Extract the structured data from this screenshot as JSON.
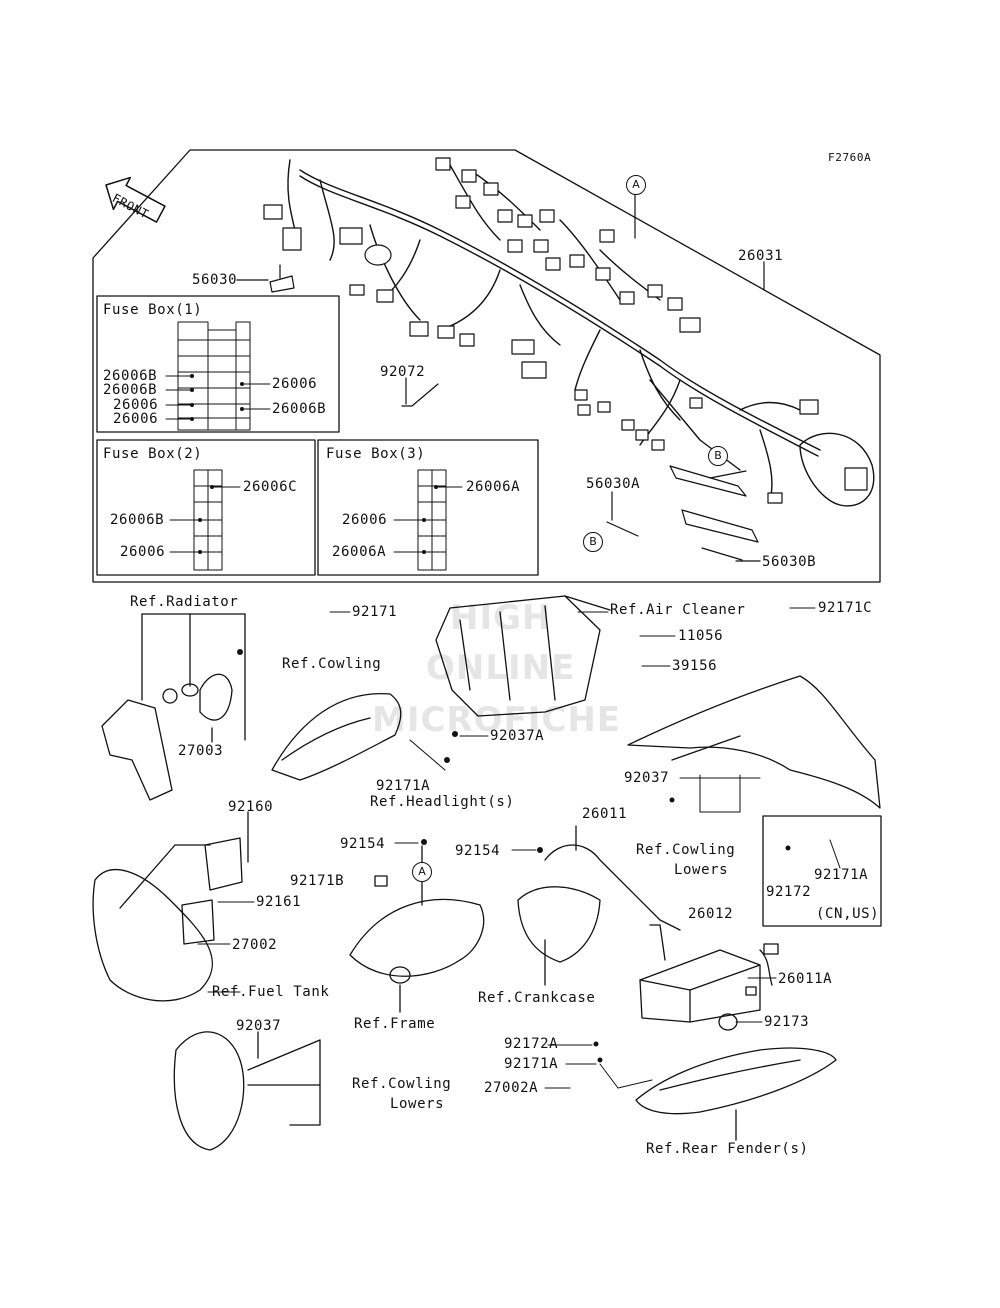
{
  "figure_code": "F2760A",
  "front_label": "FRONT",
  "watermark": [
    "HIGH",
    "ONLINE",
    "MICROFICHE"
  ],
  "callouts": {
    "a": "A",
    "b": "B"
  },
  "fuse_boxes": {
    "box1": {
      "title": "Fuse Box(1)",
      "left": [
        "26006B",
        "26006B",
        "26006",
        "26006"
      ],
      "right": [
        "26006",
        "26006B"
      ]
    },
    "box2": {
      "title": "Fuse Box(2)",
      "labels": [
        "26006C",
        "26006B",
        "26006"
      ]
    },
    "box3": {
      "title": "Fuse Box(3)",
      "labels": [
        "26006A",
        "26006",
        "26006A"
      ]
    }
  },
  "parts": {
    "p26031": "26031",
    "p56030": "56030",
    "p92072": "92072",
    "p56030A": "56030A",
    "p56030B": "56030B",
    "p92171": "92171",
    "p92171C": "92171C",
    "p11056": "11056",
    "p39156": "39156",
    "p27003": "27003",
    "p92037A": "92037A",
    "p92171A_1": "92171A",
    "p92037_1": "92037",
    "p92160": "92160",
    "p92161": "92161",
    "p27002": "27002",
    "p92154_1": "92154",
    "p92154_2": "92154",
    "p26011": "26011",
    "p92171B": "92171B",
    "p26012": "26012",
    "p26011A": "26011A",
    "p92172": "92172",
    "p92171A_2": "92171A",
    "p92173": "92173",
    "p92172A": "92172A",
    "p92171A_3": "92171A",
    "p27002A": "27002A",
    "p92037_2": "92037"
  },
  "refs": {
    "radiator": "Ref.Radiator",
    "cowling": "Ref.Cowling",
    "air_cleaner": "Ref.Air Cleaner",
    "headlight": "Ref.Headlight(s)",
    "cowling_lowers_1_a": "Ref.Cowling",
    "cowling_lowers_1_b": "Lowers",
    "fuel_tank": "Ref.Fuel Tank",
    "frame": "Ref.Frame",
    "crankcase": "Ref.Crankcase",
    "cowling_lowers_2_a": "Ref.Cowling",
    "cowling_lowers_2_b": "Lowers",
    "rear_fender": "Ref.Rear Fender(s)",
    "region_note": "(CN,US)"
  }
}
